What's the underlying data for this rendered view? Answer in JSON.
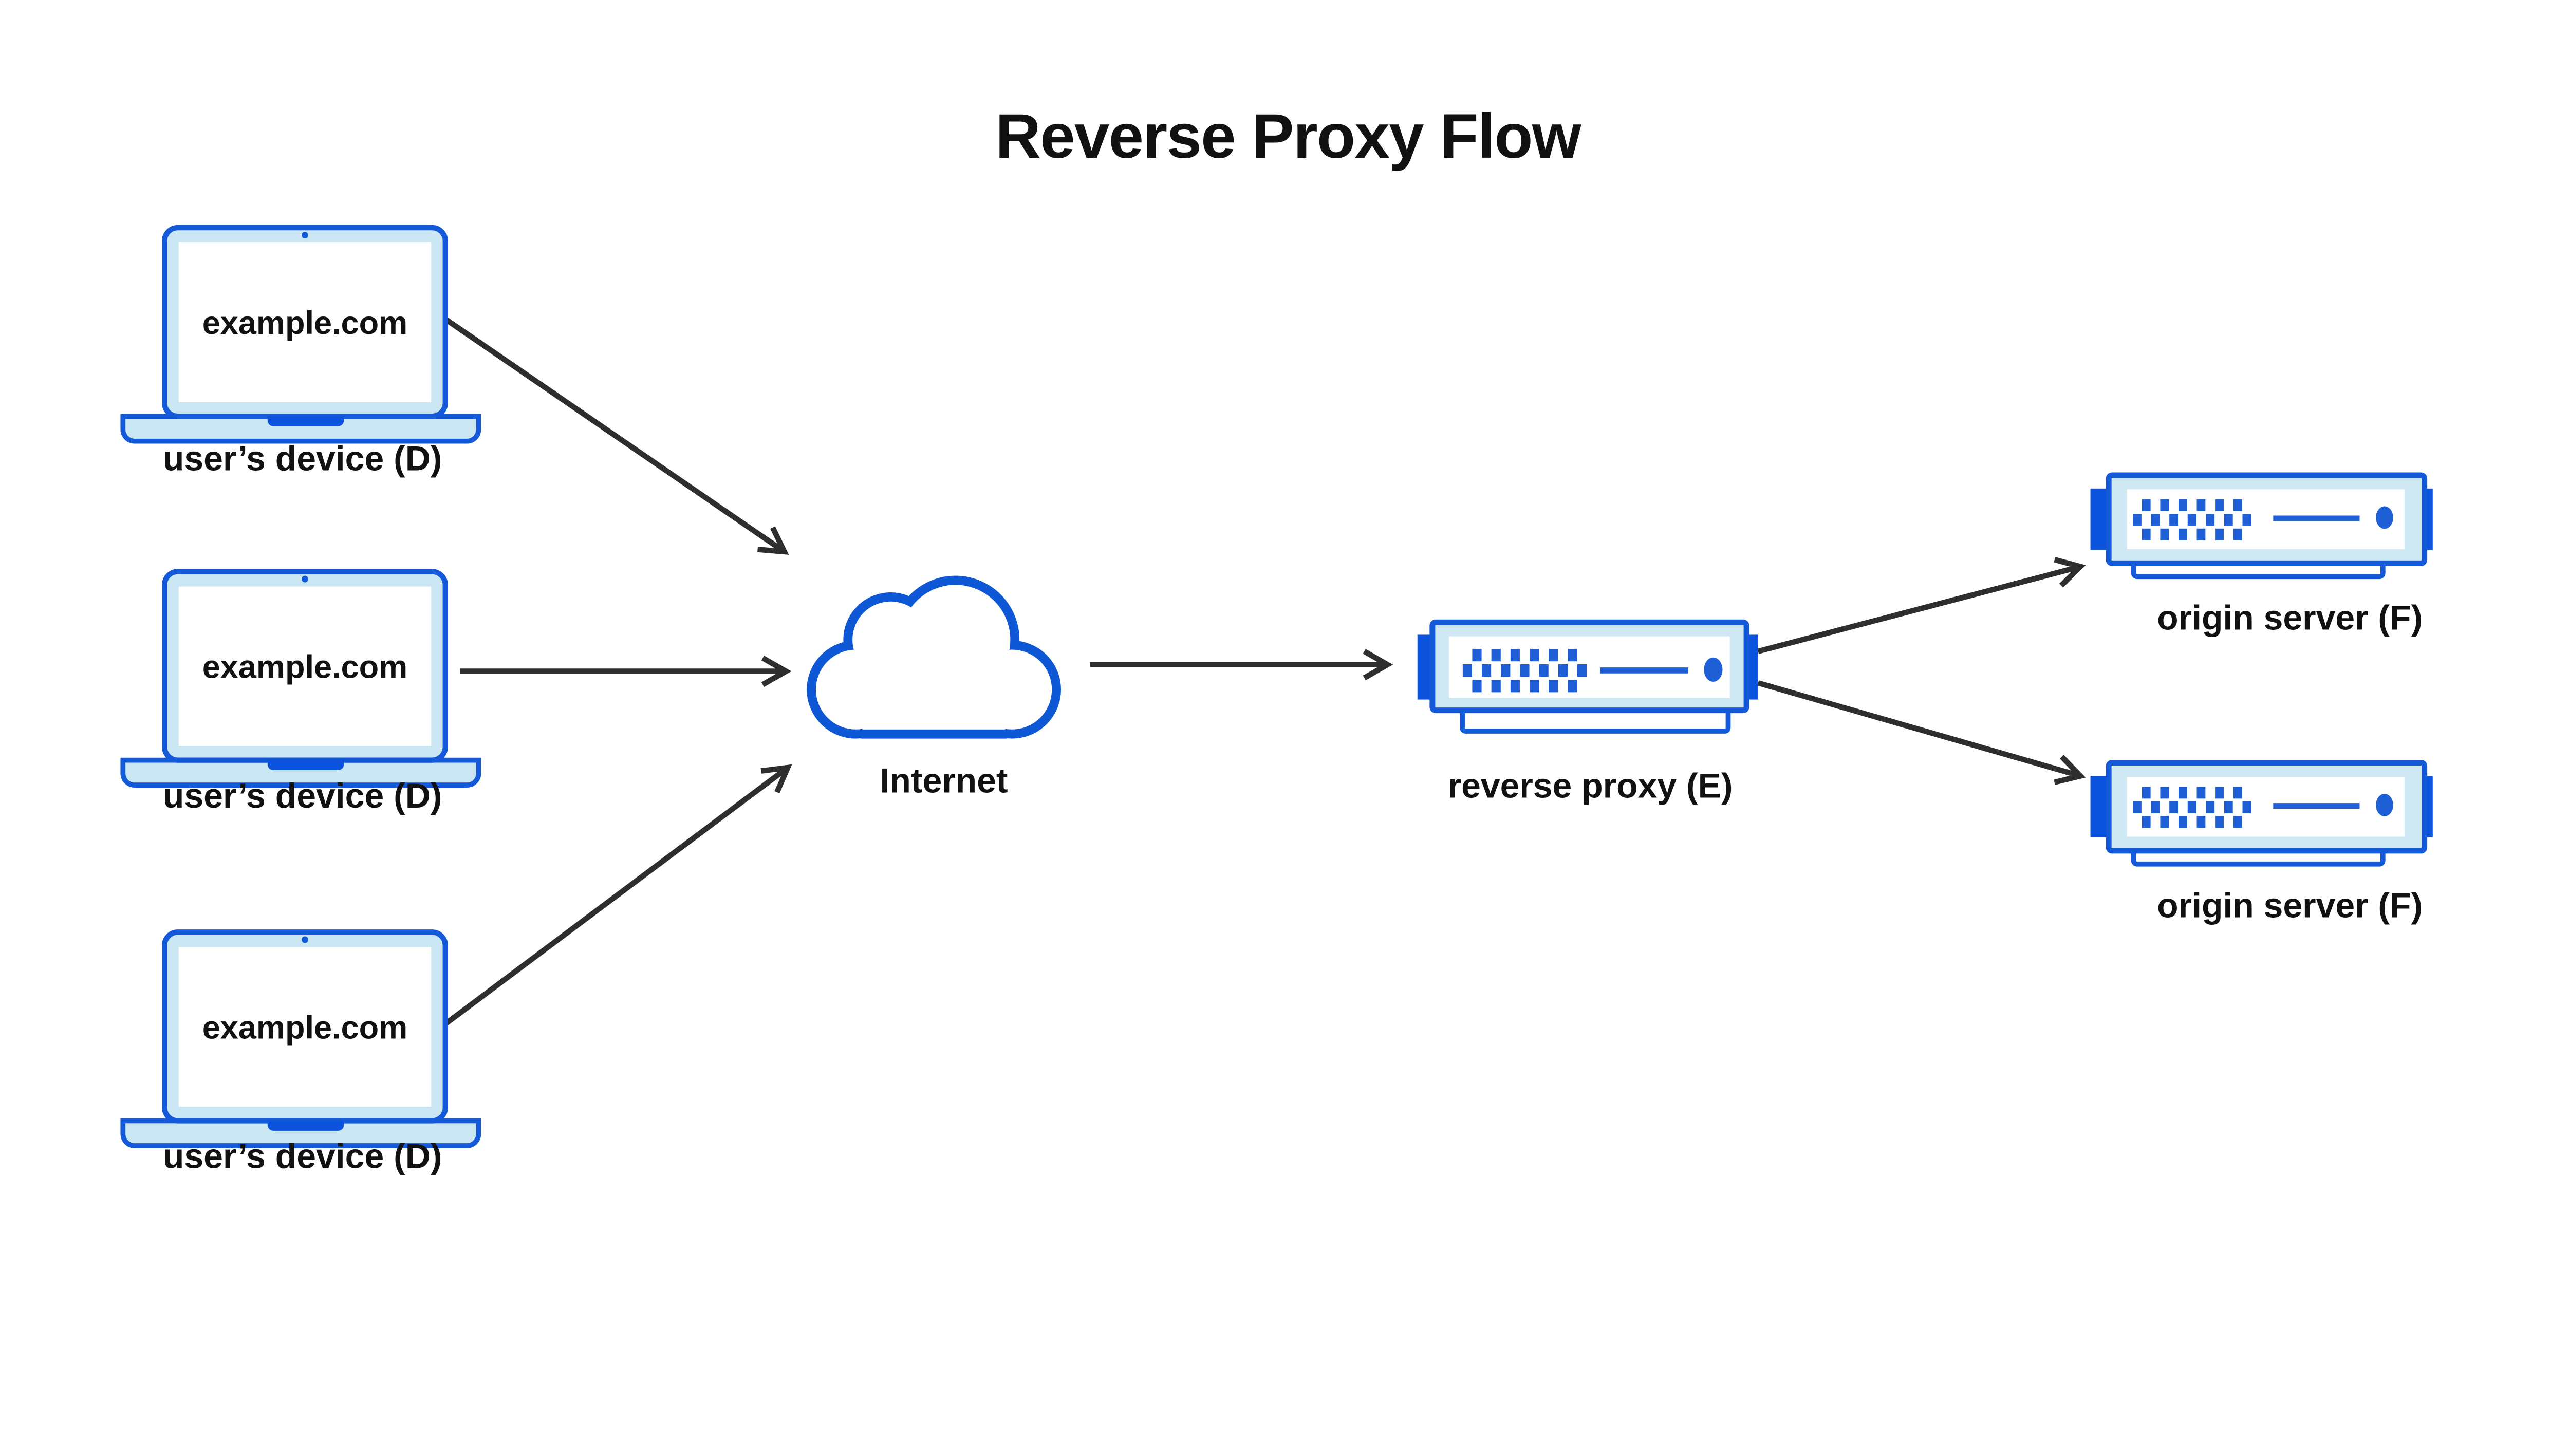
{
  "title": "Reverse Proxy Flow",
  "nodes": {
    "devices": [
      {
        "icon": "laptop-icon",
        "screen_text": "example.com",
        "label": "user’s device (D)"
      },
      {
        "icon": "laptop-icon",
        "screen_text": "example.com",
        "label": "user’s device (D)"
      },
      {
        "icon": "laptop-icon",
        "screen_text": "example.com",
        "label": "user’s device (D)"
      }
    ],
    "internet": {
      "icon": "cloud-icon",
      "label": "Internet"
    },
    "reverse_proxy": {
      "icon": "server-icon",
      "label": "reverse proxy (E)"
    },
    "origin_servers": [
      {
        "icon": "server-icon",
        "label": "origin server (F)"
      },
      {
        "icon": "server-icon",
        "label": "origin server (F)"
      }
    ]
  },
  "flows": [
    {
      "from": "user’s device (D)",
      "to": "Internet"
    },
    {
      "from": "user’s device (D)",
      "to": "Internet"
    },
    {
      "from": "user’s device (D)",
      "to": "Internet"
    },
    {
      "from": "Internet",
      "to": "reverse proxy (E)"
    },
    {
      "from": "reverse proxy (E)",
      "to": "origin server (F)"
    },
    {
      "from": "reverse proxy (E)",
      "to": "origin server (F)"
    }
  ],
  "colors": {
    "outline_blue": "#1359D8",
    "tab_blue": "#0B53DC",
    "light_blue_fill": "#CBE6F3",
    "detail_blue": "#1E5FD6",
    "cloud_blue": "#0E57D5",
    "arrow": "#2E2E2E",
    "text": "#111111",
    "background": "#FFFFFF"
  }
}
